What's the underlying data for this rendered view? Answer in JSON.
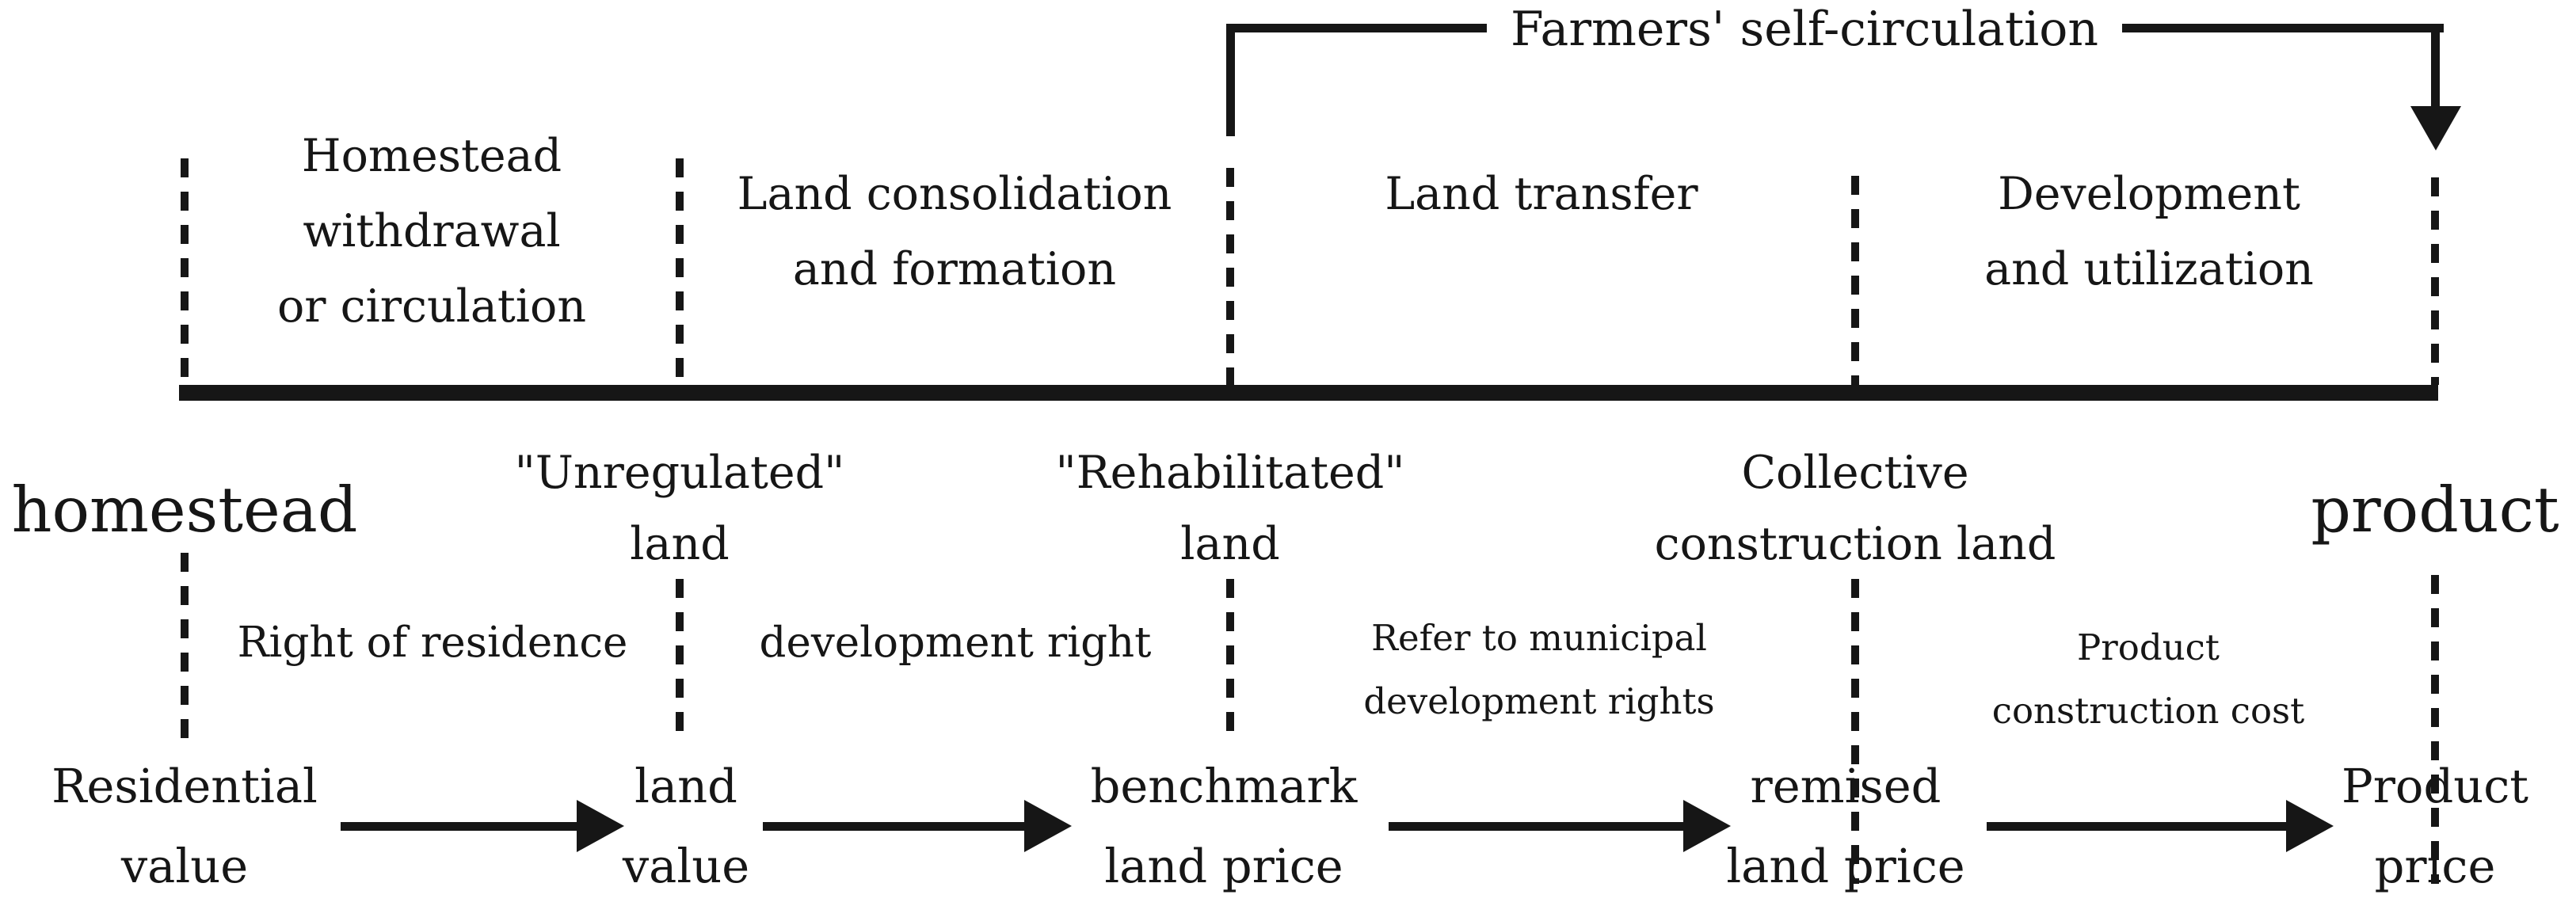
{
  "colors": {
    "ink": "#161616",
    "background": "#ffffff"
  },
  "banner": {
    "label": "Farmers' self-circulation"
  },
  "phases": [
    {
      "lines": [
        "Homestead",
        "withdrawal",
        "or circulation"
      ]
    },
    {
      "lines": [
        "Land consolidation",
        "and formation"
      ]
    },
    {
      "lines": [
        "Land transfer"
      ]
    },
    {
      "lines": [
        "Development",
        "and utilization"
      ]
    }
  ],
  "stages": [
    {
      "lines": [
        "homestead"
      ]
    },
    {
      "lines": [
        "\"Unregulated\"",
        "land"
      ]
    },
    {
      "lines": [
        "\"Rehabilitated\"",
        "land"
      ]
    },
    {
      "lines": [
        "Collective",
        "construction land"
      ]
    },
    {
      "lines": [
        "product"
      ]
    }
  ],
  "rights": [
    {
      "lines": [
        "Right of residence"
      ]
    },
    {
      "lines": [
        "development right"
      ]
    },
    {
      "lines": [
        "Refer to municipal",
        "development rights"
      ]
    },
    {
      "lines": [
        "Product",
        "construction cost"
      ]
    }
  ],
  "values": [
    {
      "lines": [
        "Residential",
        "value"
      ]
    },
    {
      "lines": [
        "land",
        "value"
      ]
    },
    {
      "lines": [
        "benchmark",
        "land price"
      ]
    },
    {
      "lines": [
        "remised",
        "land price"
      ]
    },
    {
      "lines": [
        "Product",
        "price"
      ]
    }
  ]
}
